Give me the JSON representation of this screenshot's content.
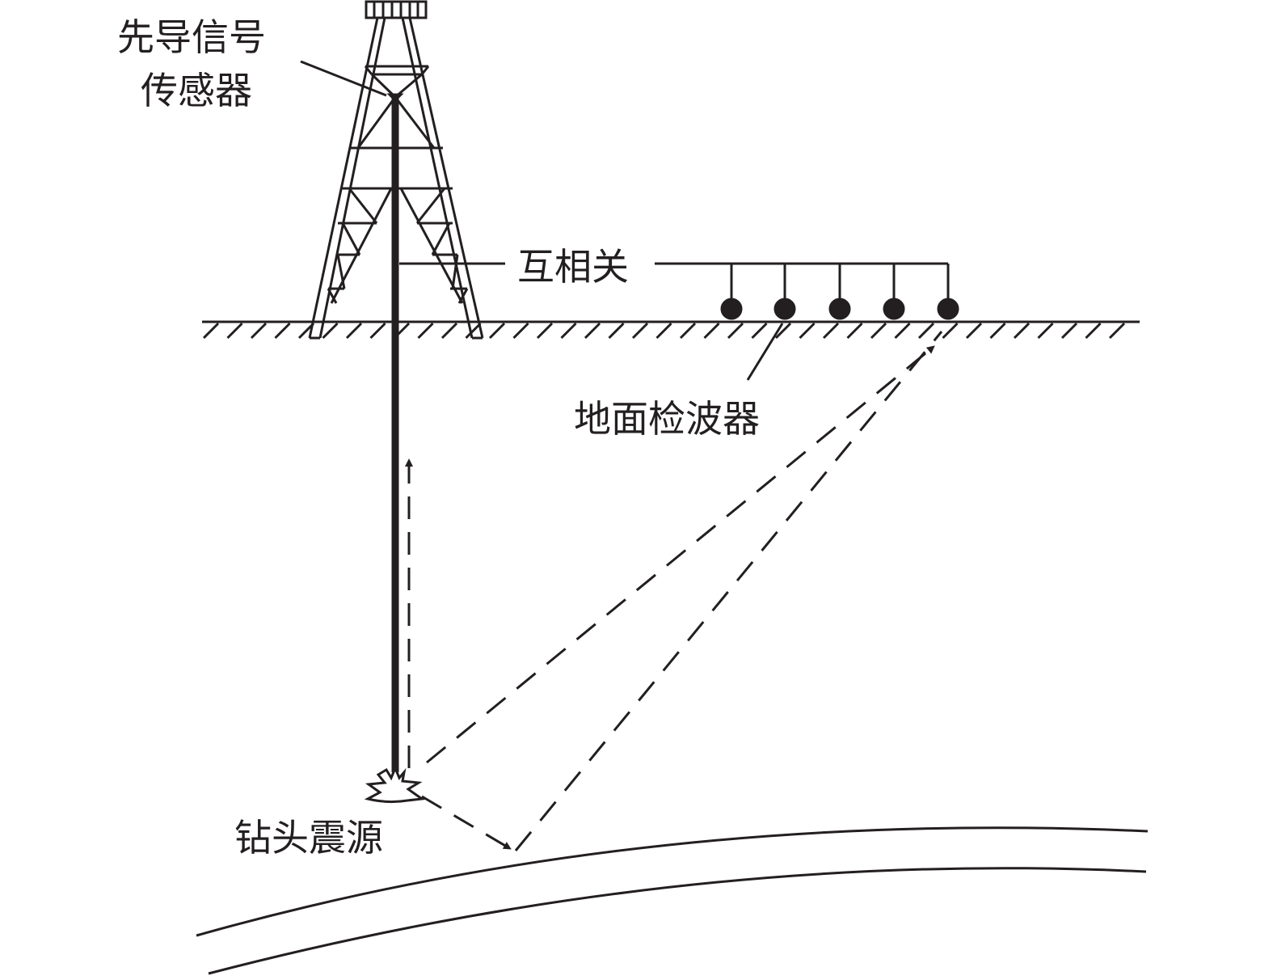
{
  "labels": {
    "pilot_sensor_line1": "先导信号",
    "pilot_sensor_line2": "传感器",
    "cross_correlation": "互相关",
    "surface_geophones": "地面检波器",
    "drill_bit_source": "钻头震源"
  },
  "colors": {
    "ink": "#231f20",
    "background": "#ffffff"
  }
}
